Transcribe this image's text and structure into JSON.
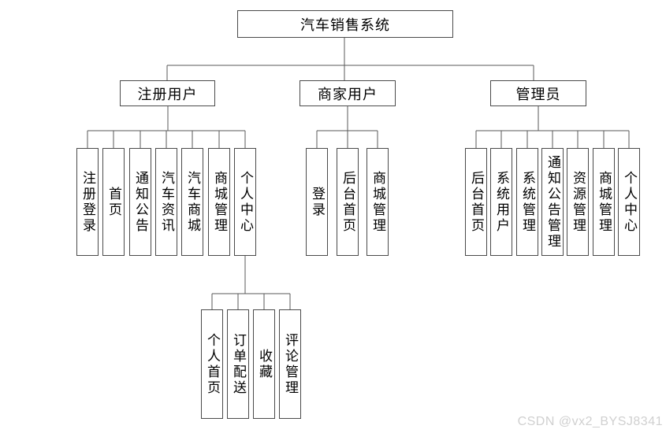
{
  "diagram_title": "汽车销售系统",
  "watermark": "CSDN @vx2_BYSJ8341",
  "colors": {
    "line": "#595959",
    "box_border": "#4a4a4a",
    "text": "#000000",
    "watermark": "#d0d0d0"
  },
  "branches": [
    {
      "label": "注册用户",
      "children": [
        "注册登录",
        "首页",
        "通知公告",
        "汽车资讯",
        "汽车商城",
        "商城管理",
        "个人中心"
      ]
    },
    {
      "label": "商家用户",
      "children": [
        "登录",
        "后台首页",
        "商城管理"
      ]
    },
    {
      "label": "管理员",
      "children": [
        "后台首页",
        "系统用户",
        "系统管理",
        "通知公告管理",
        "资源管理",
        "商城管理",
        "个人中心"
      ]
    }
  ],
  "sub_branch": {
    "parent": "个人中心",
    "children": [
      "个人首页",
      "订单配送",
      "收藏",
      "评论管理"
    ]
  }
}
